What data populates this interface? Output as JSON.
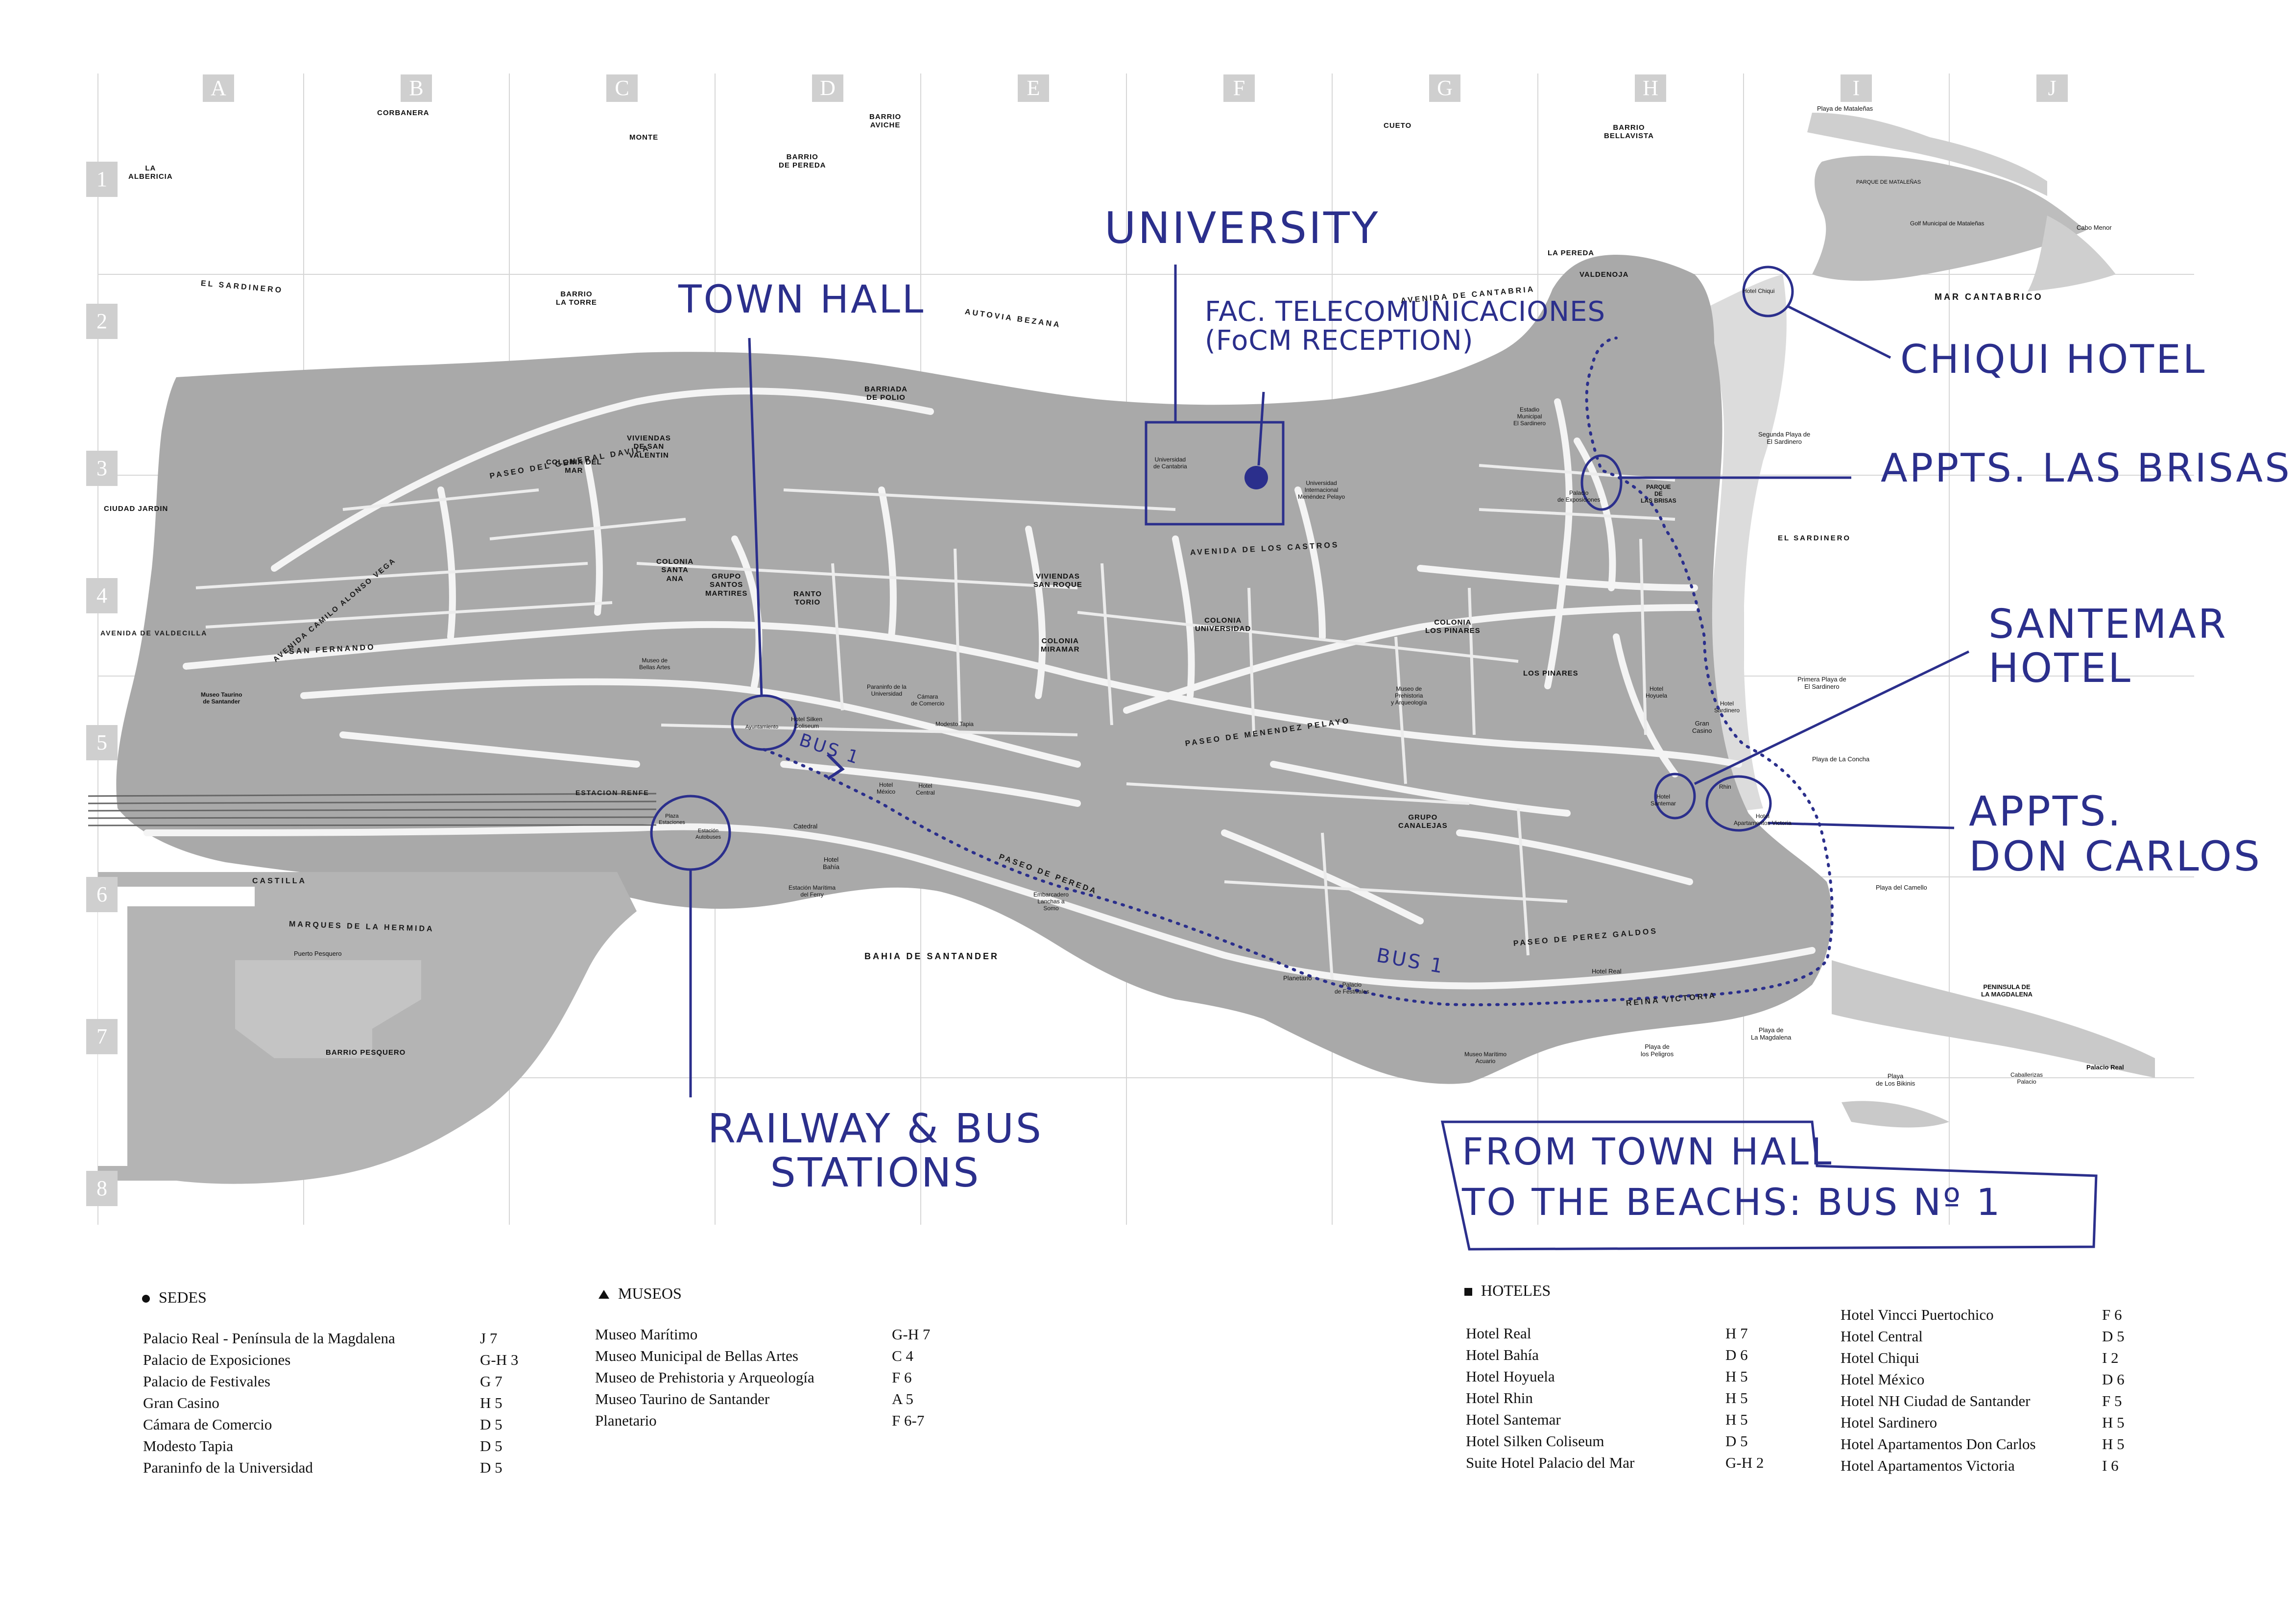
{
  "grid": {
    "columns": [
      "A",
      "B",
      "C",
      "D",
      "E",
      "F",
      "G",
      "H",
      "I",
      "J"
    ],
    "rows": [
      "1",
      "2",
      "3",
      "4",
      "5",
      "6",
      "7",
      "8"
    ]
  },
  "colors": {
    "land": "#a9a9a9",
    "land_light": "#c9c9c9",
    "streets": "#ffffff",
    "water": "#ffffff",
    "ink": "#2b2f8c",
    "text": "#111111"
  },
  "places": [
    {
      "id": "corbanera",
      "label": "CORBANERA"
    },
    {
      "id": "monte",
      "label": "MONTE"
    },
    {
      "id": "barrio-aviche",
      "label": "BARRIO\nAVICHE"
    },
    {
      "id": "barrio-pereda",
      "label": "BARRIO\nDE PEREDA"
    },
    {
      "id": "cueto",
      "label": "CUETO"
    },
    {
      "id": "barrio-bellavista",
      "label": "BARRIO\nBELLAVISTA"
    },
    {
      "id": "albericia",
      "label": "LA\nALBERICIA"
    },
    {
      "id": "el-sardinero-w",
      "label": "EL SARDINERO"
    },
    {
      "id": "barrio-torre",
      "label": "BARRIO\nLA TORRE"
    },
    {
      "id": "la-pereda",
      "label": "LA PEREDA"
    },
    {
      "id": "valdenoja",
      "label": "VALDENOJA"
    },
    {
      "id": "barriada-polio",
      "label": "BARRIADA\nDE POLIO"
    },
    {
      "id": "viviendas-valentin",
      "label": "VIVIENDAS\nDE SAN\nVALENTIN"
    },
    {
      "id": "colonia-mar",
      "label": "COLONIA DEL\nMAR"
    },
    {
      "id": "ciudad-jardin",
      "label": "CIUDAD JARDIN"
    },
    {
      "id": "colonia-santa-ana",
      "label": "COLONIA\nSANTA\nANA"
    },
    {
      "id": "grupo-santos",
      "label": "GRUPO\nSANTOS\nMARTIRES"
    },
    {
      "id": "rantotorio",
      "label": "RANTO\nTORIO"
    },
    {
      "id": "viviendas-san-roque",
      "label": "VIVIENDAS\nSAN ROQUE"
    },
    {
      "id": "colonia-miramar",
      "label": "COLONIA\nMIRAMAR"
    },
    {
      "id": "colonia-universidad",
      "label": "COLONIA\nUNIVERSIDAD"
    },
    {
      "id": "colonia-pinares",
      "label": "COLONIA\nLOS PINARES"
    },
    {
      "id": "los-pinares",
      "label": "LOS PINARES"
    },
    {
      "id": "el-sardinero-e",
      "label": "EL SARDINERO"
    },
    {
      "id": "grupo-canalejas",
      "label": "GRUPO\nCANALEJAS"
    },
    {
      "id": "barrio-pesquero",
      "label": "BARRIO PESQUERO"
    },
    {
      "id": "puerto-pesquero",
      "label": "Puerto Pesquero"
    }
  ],
  "water_labels": [
    {
      "id": "mar-cantabrico",
      "label": "MAR CANTABRICO"
    },
    {
      "id": "bahia",
      "label": "BAHIA DE SANTANDER"
    },
    {
      "id": "peninsula",
      "label": "PENINSULA DE\nLA MAGDALENA"
    }
  ],
  "streets": [
    {
      "id": "avenida-castros",
      "label": "PASEO DEL GENERAL DAVILA"
    },
    {
      "id": "avenida-castros-2",
      "label": "AVENIDA DE LOS CASTROS"
    },
    {
      "id": "castilla",
      "label": "CASTILLA"
    },
    {
      "id": "marques-hermida",
      "label": "MARQUES DE LA HERMIDA"
    },
    {
      "id": "san-fernando",
      "label": "SAN FERNANDO"
    },
    {
      "id": "estacion-feve",
      "label": "ESTACION RENFE"
    },
    {
      "id": "paseo-pereda",
      "label": "PASEO DE PEREDA"
    },
    {
      "id": "paseo-menendez",
      "label": "PASEO DE MENENDEZ PELAYO"
    },
    {
      "id": "paseo-perez-galdos",
      "label": "PASEO DE PEREZ GALDOS"
    },
    {
      "id": "reina-victoria",
      "label": "REINA VICTORIA"
    },
    {
      "id": "avenida-cantabria",
      "label": "AVENIDA DE CANTABRIA"
    },
    {
      "id": "autovia",
      "label": "AUTOVIA BEZANA"
    },
    {
      "id": "avenida-valdecilla",
      "label": "AVENIDA DE VALDECILLA"
    },
    {
      "id": "camilo-alonso-vega",
      "label": "AVENIDA CAMILO ALONSO VEGA"
    }
  ],
  "pois": [
    {
      "id": "playa-mataleñas",
      "label": "Playa de Mataleñas"
    },
    {
      "id": "parque-mataleñas",
      "label": "PARQUE DE MATALEÑAS"
    },
    {
      "id": "golf",
      "label": "Golf Municipal de Mataleñas"
    },
    {
      "id": "cabo-menor",
      "label": "Cabo Menor"
    },
    {
      "id": "hotel-chiqui-map",
      "label": "Hotel Chiqui"
    },
    {
      "id": "segunda-playa",
      "label": "Segunda Playa de\nEl Sardinero"
    },
    {
      "id": "primera-playa",
      "label": "Primera Playa de\nEl Sardinero"
    },
    {
      "id": "playa-concha",
      "label": "Playa de La Concha"
    },
    {
      "id": "playa-camello",
      "label": "Playa del Camello"
    },
    {
      "id": "playa-magdalena",
      "label": "Playa de\nLa Magdalena"
    },
    {
      "id": "playa-bikinis",
      "label": "Playa\nde Los Bikinis"
    },
    {
      "id": "playa-peligros",
      "label": "Playa de\nlos Peligros"
    },
    {
      "id": "palacio-real-map",
      "label": "Palacio Real"
    },
    {
      "id": "caballerizas",
      "label": "Caballerizas\nPalacio"
    },
    {
      "id": "universidad-cantabria",
      "label": "Universidad\nde Cantabria"
    },
    {
      "id": "uimp",
      "label": "Universidad\nInternacional\nMenéndez Pelayo"
    },
    {
      "id": "estadio",
      "label": "Estadio\nMunicipal\nEl Sardinero"
    },
    {
      "id": "palacio-exposiciones",
      "label": "Palacio\nde Exposiciones"
    },
    {
      "id": "parque-las-brisas",
      "label": "PARQUE\nDE\nLAS BRISAS"
    },
    {
      "id": "ayuntamiento",
      "label": "Ayuntamiento"
    },
    {
      "id": "estacion-autobuses",
      "label": "Estación\nAutobuses"
    },
    {
      "id": "plaza-estaciones",
      "label": "Plaza\nEstaciones"
    },
    {
      "id": "hotel-silken",
      "label": "Hotel Silken\nColiseum"
    },
    {
      "id": "catedral",
      "label": "Catedral"
    },
    {
      "id": "hotel-bahia-map",
      "label": "Hotel\nBahía"
    },
    {
      "id": "embarcadero",
      "label": "Embarcadero\nLanchas a\nSomo"
    },
    {
      "id": "hotel-santemar-map",
      "label": "Hotel\nSantemar"
    },
    {
      "id": "hotel-real-map",
      "label": "Hotel Real"
    },
    {
      "id": "gran-casino",
      "label": "Gran\nCasino"
    },
    {
      "id": "planetario",
      "label": "Planetario"
    },
    {
      "id": "palacio-festivales",
      "label": "Palacio\nde Festivales"
    },
    {
      "id": "museo-maritimo",
      "label": "Museo Marítimo\nAcuario"
    },
    {
      "id": "hotel-mexico",
      "label": "Hotel\nMéxico"
    },
    {
      "id": "hotel-central",
      "label": "Hotel\nCentral"
    },
    {
      "id": "hotel-hoyuela",
      "label": "Hotel\nHoyuela"
    },
    {
      "id": "hotel-sardinero",
      "label": "Hotel\nSardinero"
    },
    {
      "id": "hotel-victoria",
      "label": "Hotel\nApartamentos Victoria"
    },
    {
      "id": "estacion-maritima",
      "label": "Estación Marítima\ndel Ferry"
    },
    {
      "id": "camara-comercio",
      "label": "Cámara\nde Comercio"
    },
    {
      "id": "modesto-tapia",
      "label": "Modesto Tapia"
    },
    {
      "id": "paraninfo",
      "label": "Paraninfo de la\nUniversidad"
    },
    {
      "id": "museo-bellas-artes",
      "label": "Museo de\nBellas Artes"
    },
    {
      "id": "hotel-rhin",
      "label": "Rhin"
    },
    {
      "id": "museo-prehistoria",
      "label": "Museo de\nPrehistoria\ny Arqueología"
    },
    {
      "id": "museo-taurino",
      "label": "Museo Taurino\nde Santander"
    }
  ],
  "annotations": [
    {
      "id": "university",
      "label": "UNIVERSITY"
    },
    {
      "id": "town-hall",
      "label": "TOWN HALL"
    },
    {
      "id": "fac-telecom",
      "label": "FAC. TELECOMUNICACIONES\n(FoCM RECEPTION)"
    },
    {
      "id": "chiqui",
      "label": "CHIQUI HOTEL"
    },
    {
      "id": "las-brisas",
      "label": "APPTS. LAS BRISAS"
    },
    {
      "id": "santemar",
      "label": "SANTEMAR\nHOTEL"
    },
    {
      "id": "don-carlos",
      "label": "APPTS.\nDON CARLOS"
    },
    {
      "id": "railway",
      "label": "RAILWAY & BUS\nSTATIONS"
    },
    {
      "id": "from-town-hall",
      "label": "FROM TOWN HALL\nTO THE BEACHS: BUS Nº 1"
    },
    {
      "id": "bus1-a",
      "label": "BUS 1"
    },
    {
      "id": "bus1-b",
      "label": "BUS 1"
    }
  ],
  "legend": {
    "sedes": {
      "title": "SEDES",
      "items": [
        {
          "name": "Palacio Real - Península de la Magdalena",
          "code": "J 7"
        },
        {
          "name": "Palacio de Exposiciones",
          "code": "G-H 3"
        },
        {
          "name": "Palacio de Festivales",
          "code": "G 7"
        },
        {
          "name": "Gran Casino",
          "code": "H 5"
        },
        {
          "name": "Cámara de Comercio",
          "code": "D 5"
        },
        {
          "name": "Modesto Tapia",
          "code": "D 5"
        },
        {
          "name": "Paraninfo de la Universidad",
          "code": "D 5"
        }
      ]
    },
    "museos": {
      "title": "MUSEOS",
      "items": [
        {
          "name": "Museo Marítimo",
          "code": "G-H 7"
        },
        {
          "name": "Museo Municipal de Bellas Artes",
          "code": "C 4"
        },
        {
          "name": "Museo de Prehistoria y Arqueología",
          "code": "F 6"
        },
        {
          "name": "Museo Taurino de Santander",
          "code": "A 5"
        },
        {
          "name": "Planetario",
          "code": "F 6-7"
        }
      ]
    },
    "hoteles": {
      "title": "HOTELES",
      "col1": [
        {
          "name": "Hotel Real",
          "code": "H 7"
        },
        {
          "name": "Hotel Bahía",
          "code": "D 6"
        },
        {
          "name": "Hotel Hoyuela",
          "code": "H 5"
        },
        {
          "name": "Hotel Rhin",
          "code": "H 5"
        },
        {
          "name": "Hotel Santemar",
          "code": "H 5"
        },
        {
          "name": "Hotel Silken Coliseum",
          "code": "D 5"
        },
        {
          "name": "Suite Hotel Palacio del Mar",
          "code": "G-H 2"
        }
      ],
      "col2": [
        {
          "name": "Hotel Vincci Puertochico",
          "code": "F 6"
        },
        {
          "name": "Hotel Central",
          "code": "D 5"
        },
        {
          "name": "Hotel Chiqui",
          "code": "I 2"
        },
        {
          "name": "Hotel México",
          "code": "D 6"
        },
        {
          "name": "Hotel NH Ciudad de Santander",
          "code": "F 5"
        },
        {
          "name": "Hotel Sardinero",
          "code": "H 5"
        },
        {
          "name": "Hotel Apartamentos Don Carlos",
          "code": "H 5"
        },
        {
          "name": "Hotel Apartamentos Victoria",
          "code": "I 6"
        }
      ]
    }
  }
}
